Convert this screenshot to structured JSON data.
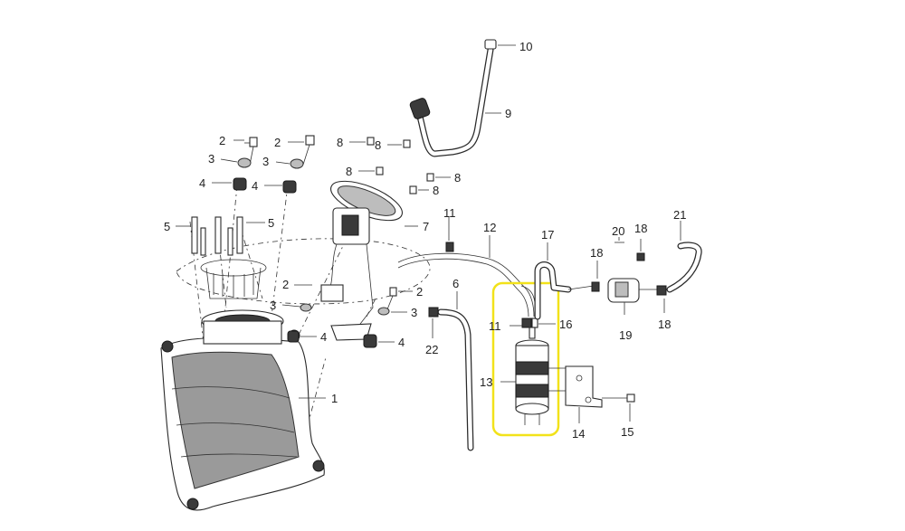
{
  "diagram": {
    "highlight_color": "#f2e21a",
    "callouts": {
      "c1": "1",
      "c2a": "2",
      "c2b": "2",
      "c2c": "2",
      "c2d": "2",
      "c3a": "3",
      "c3b": "3",
      "c3c": "3",
      "c3d": "3",
      "c4a": "4",
      "c4b": "4",
      "c4c": "4",
      "c4d": "4",
      "c5a": "5",
      "c5b": "5",
      "c6": "6",
      "c7": "7",
      "c8a": "8",
      "c8b": "8",
      "c8c": "8",
      "c8d": "8",
      "c8e": "8",
      "c9": "9",
      "c10": "10",
      "c11a": "11",
      "c11b": "11",
      "c12": "12",
      "c13": "13",
      "c14": "14",
      "c15": "15",
      "c16": "16",
      "c17": "17",
      "c18a": "18",
      "c18b": "18",
      "c18c": "18",
      "c19": "19",
      "c20": "20",
      "c21": "21",
      "c22": "22"
    }
  }
}
